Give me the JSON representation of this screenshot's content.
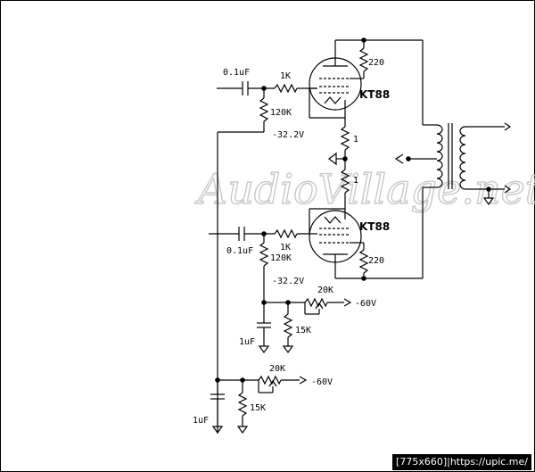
{
  "watermark": "AudioVillage.net",
  "components": {
    "upper": {
      "cap": "0.1uF",
      "grid_res": "1K",
      "bias_res": "120K",
      "bias_v": "-32.2V",
      "tube": "KT88",
      "screen_res": "220"
    },
    "lower": {
      "cap": "0.1uF",
      "grid_res": "1K",
      "bias_res": "120K",
      "bias_v": "-32.2V",
      "tube": "KT88",
      "screen_res": "220"
    },
    "cathode_res_top": "1",
    "cathode_res_bottom": "1",
    "bias_net_1": {
      "pot": "20K",
      "res": "15K",
      "cap": "1uF",
      "supply": "-60V"
    },
    "bias_net_2": {
      "pot": "20K",
      "res": "15K",
      "cap": "1uF",
      "supply": "-60V"
    }
  },
  "badge": "[775x660]|https://upic.me/"
}
